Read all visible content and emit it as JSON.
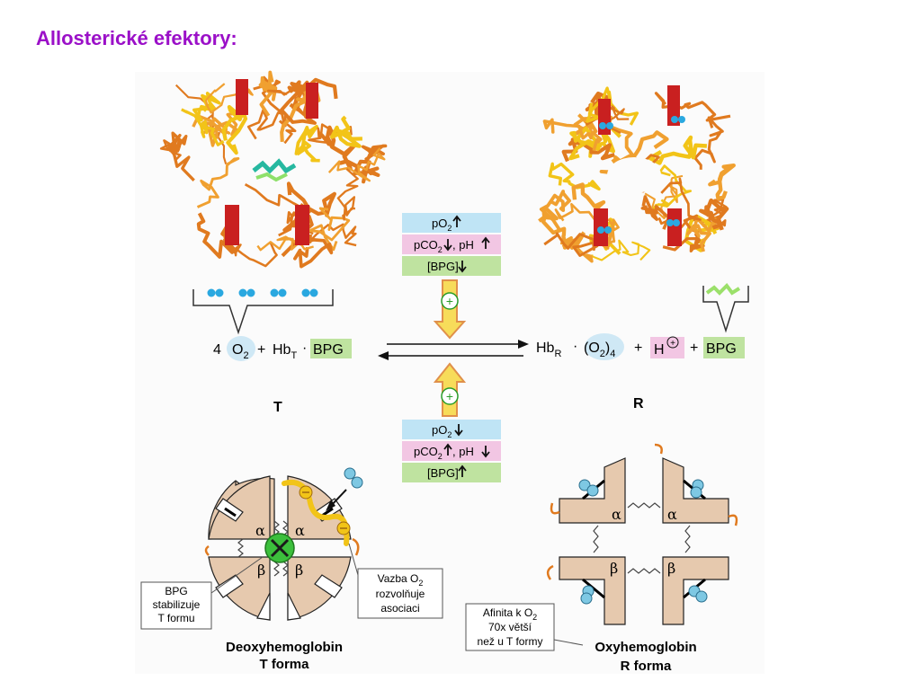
{
  "slide": {
    "title": "Allosterické efektory:"
  },
  "top_conditions": {
    "row1": "pO",
    "row1_sub": "2",
    "row2a": "pCO",
    "row2_sub": "2",
    "row2b": ", pH",
    "row3": "[BPG]"
  },
  "bottom_conditions": {
    "row1": "pO",
    "row1_sub": "2",
    "row2a": "pCO",
    "row2_sub": "2",
    "row2b": ", pH",
    "row3": "[BPG]"
  },
  "plus_sign": "+",
  "equation": {
    "coef": "4",
    "o2": "O",
    "o2_sub": "2",
    "plus1": "+",
    "hb_t": "Hb",
    "hb_t_sub": "T",
    "dot1": "·",
    "bpg_left": "BPG",
    "hb_r": "Hb",
    "hb_r_sub": "R",
    "dot2": "·",
    "o2_4": "(O",
    "o2_4_sub": "2",
    "o2_4_end": ")",
    "o2_4_coef": "4",
    "plus2": "+",
    "h": "H",
    "plus3": "+",
    "bpg_right": "BPG"
  },
  "states": {
    "t_label": "T",
    "r_label": "R"
  },
  "subunits": {
    "alpha": "α",
    "beta": "β"
  },
  "deoxy": {
    "name": "Deoxyhemoglobin",
    "form": "T forma",
    "callout_bpg": [
      "BPG",
      "stabilizuje",
      "T formu"
    ],
    "callout_o2_a": "Vazba O",
    "callout_o2_sub": "2",
    "callout_o2_b": "rozvolňuje",
    "callout_o2_c": "asociaci"
  },
  "oxy": {
    "name": "Oxyhemoglobin",
    "form": "R forma",
    "callout_a": "Afinita k O",
    "callout_sub": "2",
    "callout_b": "70x větší",
    "callout_c": "než u T formy"
  },
  "colors": {
    "title": "#9b10c8",
    "o2_highlight": "#cfe8f5",
    "bpg_highlight": "#bfe3a0",
    "h_highlight": "#f2c6e3",
    "po2_box": "#bfe4f5",
    "pco2_box": "#f2c6e3",
    "bpg_box": "#bfe3a0",
    "arrow_fill": "#f7dc5a",
    "arrow_edge": "#e0904a",
    "subunit_fill": "#e6c9ae",
    "oxygen_blue": "#7ec8e3",
    "bpg_green": "#3cbf3c",
    "protein_orange": "#e07a1f",
    "protein_yellow": "#f2c418",
    "heme_red": "#c92020"
  }
}
